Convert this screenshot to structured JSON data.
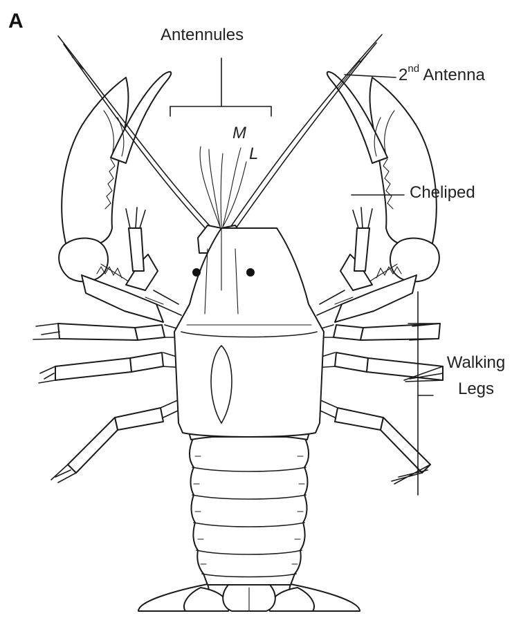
{
  "panel_label": "A",
  "labels": {
    "antennules": "Antennules",
    "medial": "M",
    "lateral": "L",
    "second_antenna_prefix": "2",
    "second_antenna_sup": "nd",
    "second_antenna_suffix": " Antenna",
    "cheliped": "Cheliped",
    "walking_line1": "Walking",
    "walking_line2": "Legs"
  }
}
